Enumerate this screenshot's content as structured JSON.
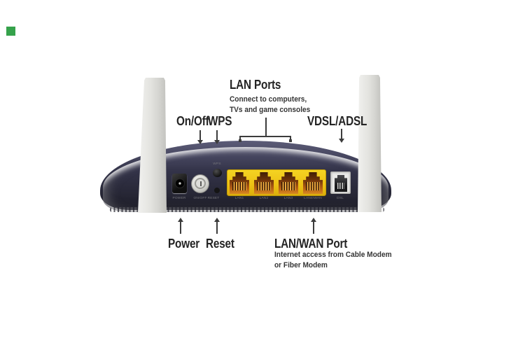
{
  "annotations": {
    "top": {
      "on_off": "On/Off",
      "wps": "WPS",
      "lan_ports_title": "LAN Ports",
      "lan_ports_desc_line1": "Connect to computers,",
      "lan_ports_desc_line2": "TVs and game consoles",
      "vdsl_adsl": "VDSL/ADSL"
    },
    "bottom": {
      "power": "Power",
      "reset": "Reset",
      "lan_wan_title": "LAN/WAN Port",
      "lan_wan_desc_line1": "Internet access from Cable Modem",
      "lan_wan_desc_line2": "or Fiber Modem"
    }
  },
  "device": {
    "port_labels": {
      "power": "POWER",
      "on_off": "ON/OFF",
      "wps": "WPS",
      "reset": "RESET",
      "lan1": "LAN1",
      "lan2": "LAN2",
      "lan3": "LAN3",
      "lan4_wan": "LAN4/WAN",
      "dsl": "DSL"
    },
    "colors": {
      "rim_navy": "#2e2e3c",
      "body_grey": "#d3d3cf",
      "lan_yellow": "#eec215",
      "jack_orange": "#b05c14",
      "marker_green": "#35a24b"
    }
  }
}
